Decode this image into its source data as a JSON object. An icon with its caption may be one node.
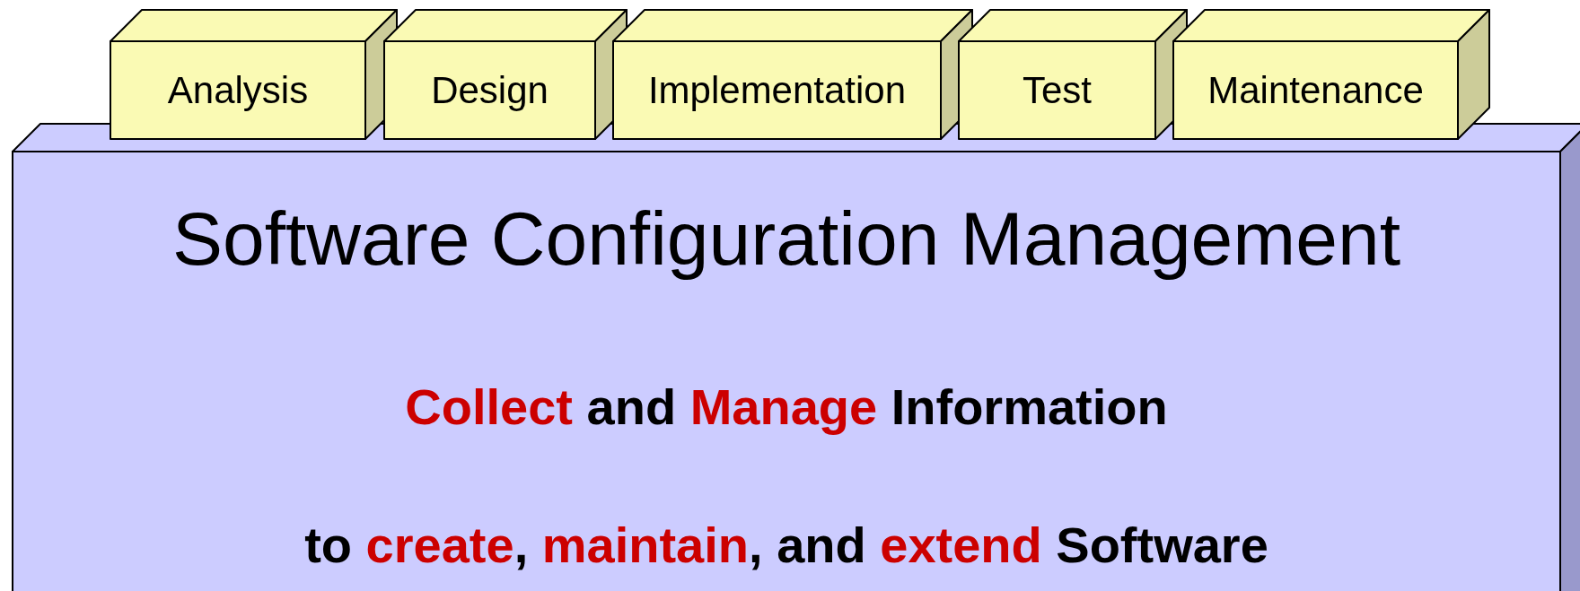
{
  "diagram": {
    "nodes": [
      {
        "text": [
          "Analysis"
        ]
      },
      {
        "text": [
          "Design"
        ]
      },
      {
        "text": [
          "Implementation"
        ]
      },
      {
        "text": [
          "Test"
        ]
      },
      {
        "text": [
          "Maintenance"
        ]
      },
      {
        "text": [
          "Software Configuration Management",
          "**Collect** and **Manage** Information",
          "to **create**, **maintain**, and **extend** Software"
        ]
      }
    ]
  }
}
